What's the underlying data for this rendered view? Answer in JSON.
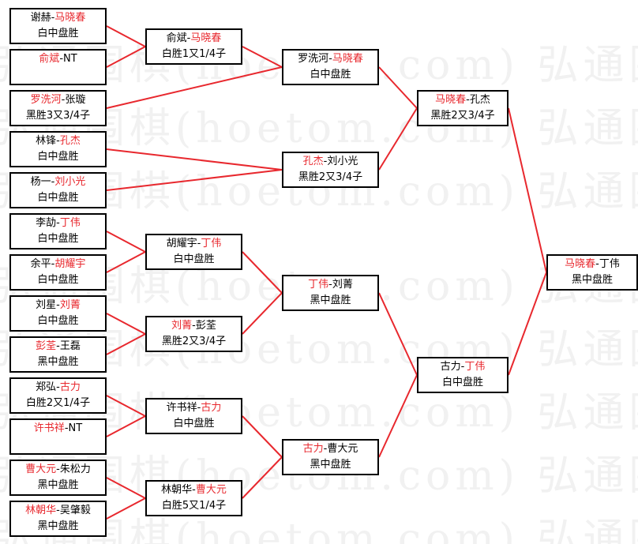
{
  "colors": {
    "winner": "#e8282e",
    "connector": "#e8282e",
    "border": "#000000"
  },
  "watermark": {
    "text": "弘通围棋(hoetom.com) 弘通围棋(hoetom.com) 弘通围棋"
  },
  "bracket": {
    "round1": [
      {
        "left": "谢赫",
        "right": "马晓春",
        "winner": "right",
        "result": "白中盘胜"
      },
      {
        "left": "俞斌",
        "right": "NT",
        "winner": "left",
        "result": ""
      },
      {
        "left": "罗洗河",
        "right": "张璇",
        "winner": "left",
        "result": "黑胜3又3/4子"
      },
      {
        "left": "林锋",
        "right": "孔杰",
        "winner": "right",
        "result": "白中盘胜"
      },
      {
        "left": "杨一",
        "right": "刘小光",
        "winner": "right",
        "result": "白中盘胜"
      },
      {
        "left": "李劼",
        "right": "丁伟",
        "winner": "right",
        "result": "白中盘胜"
      },
      {
        "left": "余平",
        "right": "胡耀宇",
        "winner": "right",
        "result": "白中盘胜"
      },
      {
        "left": "刘星",
        "right": "刘菁",
        "winner": "right",
        "result": "白中盘胜"
      },
      {
        "left": "彭荃",
        "right": "王磊",
        "winner": "left",
        "result": "黑中盘胜"
      },
      {
        "left": "郑弘",
        "right": "古力",
        "winner": "right",
        "result": "白胜2又1/4子"
      },
      {
        "left": "许书祥",
        "right": "NT",
        "winner": "left",
        "result": ""
      },
      {
        "left": "曹大元",
        "right": "朱松力",
        "winner": "left",
        "result": "黑中盘胜"
      },
      {
        "left": "林朝华",
        "right": "吴肇毅",
        "winner": "left",
        "result": "黑中盘胜"
      }
    ],
    "round2": [
      {
        "left": "俞斌",
        "right": "马晓春",
        "winner": "right",
        "result": "白胜1又1/4子"
      },
      {
        "left": "胡耀宇",
        "right": "丁伟",
        "winner": "right",
        "result": "白中盘胜"
      },
      {
        "left": "刘菁",
        "right": "彭荃",
        "winner": "left",
        "result": "黑胜2又3/4子"
      },
      {
        "left": "许书祥",
        "right": "古力",
        "winner": "right",
        "result": "白中盘胜"
      },
      {
        "left": "林朝华",
        "right": "曹大元",
        "winner": "right",
        "result": "白胜5又1/4子"
      }
    ],
    "round3": [
      {
        "left": "罗洗河",
        "right": "马晓春",
        "winner": "right",
        "result": "白中盘胜"
      },
      {
        "left": "孔杰",
        "right": "刘小光",
        "winner": "left",
        "result": "黑胜2又3/4子"
      },
      {
        "left": "丁伟",
        "right": "刘菁",
        "winner": "left",
        "result": "黑中盘胜"
      },
      {
        "left": "古力",
        "right": "曹大元",
        "winner": "left",
        "result": "黑中盘胜"
      }
    ],
    "round4": [
      {
        "left": "马晓春",
        "right": "孔杰",
        "winner": "left",
        "result": "黑胜2又3/4子"
      },
      {
        "left": "古力",
        "right": "丁伟",
        "winner": "right",
        "result": "白中盘胜"
      }
    ],
    "final": [
      {
        "left": "马晓春",
        "right": "丁伟",
        "winner": "left",
        "result": "黑中盘胜"
      }
    ]
  }
}
